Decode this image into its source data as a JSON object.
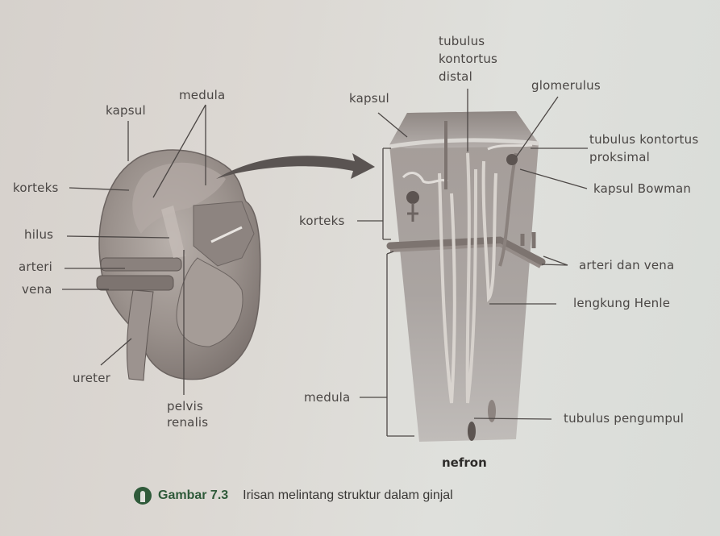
{
  "figure": {
    "caption": {
      "number": "Gambar 7.3",
      "text": "Irisan melintang struktur dalam ginjal",
      "icon": "figure-marker-icon",
      "accent_color": "#2f5a3a"
    },
    "kidney": {
      "labels": {
        "kapsul": "kapsul",
        "medula": "medula",
        "korteks": "korteks",
        "hilus": "hilus",
        "arteri": "arteri",
        "vena": "vena",
        "ureter": "ureter",
        "pelvis_renalis": "pelvis\nrenalis"
      }
    },
    "nephron": {
      "title": "nefron",
      "labels": {
        "kapsul": "kapsul",
        "tubulus_kontortus_distal": "tubulus\nkontortus\ndistal",
        "glomerulus": "glomerulus",
        "tubulus_kontortus_proksimal": "tubulus kontortus\nproksimal",
        "kapsul_bowman": "kapsul Bowman",
        "korteks": "korteks",
        "arteri_dan_vena": "arteri dan vena",
        "lengkung_henle": "lengkung Henle",
        "medula": "medula",
        "tubulus_pengumpul": "tubulus pengumpul"
      }
    }
  }
}
